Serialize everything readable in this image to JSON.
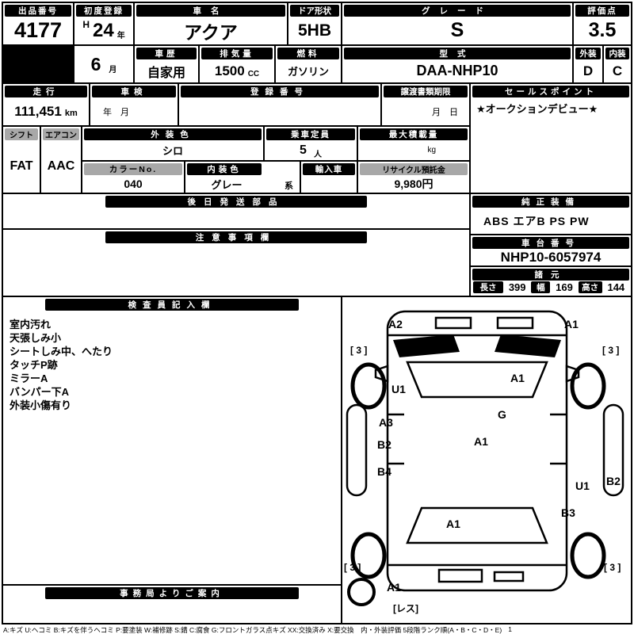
{
  "colors": {
    "line": "#000000",
    "header_bg": "#000000",
    "header_fg": "#ffffff",
    "subheader_bg": "#a8a8a8"
  },
  "top": {
    "lot_label": "出品番号",
    "lot_value": "4177",
    "first_reg_label": "初度登録",
    "first_reg_era": "H",
    "first_reg_year": "24",
    "first_reg_year_unit": "年",
    "first_reg_month": "6",
    "first_reg_month_unit": "月",
    "name_label": "車名",
    "name_value": "アクア",
    "door_label": "ドア形状",
    "door_value": "5HB",
    "grade_label": "グレード",
    "grade_value": "S",
    "score_label": "評価点",
    "score_value": "3.5",
    "history_label": "車歴",
    "history_value": "自家用",
    "displacement_label": "排気量",
    "displacement_value": "1500",
    "displacement_unit": "CC",
    "fuel_label": "燃料",
    "fuel_value": "ガソリン",
    "model_label": "型式",
    "model_value": "DAA-NHP10",
    "exterior_label": "外装",
    "exterior_value": "D",
    "interior_label": "内装",
    "interior_value": "C"
  },
  "mid": {
    "mileage_label": "走行",
    "mileage_value": "111,451",
    "mileage_unit": "km",
    "inspection_label": "車検",
    "inspection_value": "年　月",
    "regno_label": "登録番号",
    "transfer_label": "譲渡書類期限",
    "transfer_value": "月　日",
    "sales_label": "セールスポイント",
    "sales_value": "★オークションデビュー★"
  },
  "equip": {
    "shift_label": "シフト",
    "shift_value": "FAT",
    "ac_label": "エアコン",
    "ac_value": "AAC",
    "ext_color_label": "外装色",
    "ext_color_value": "シロ",
    "capacity_label": "乗車定員",
    "capacity_value": "5",
    "capacity_unit": "人",
    "payload_label": "最大積載量",
    "payload_unit": "kg",
    "color_no_label": "カラーNo.",
    "color_no_value": "040",
    "int_color_label": "内装色",
    "int_color_value": "グレー",
    "int_color_unit": "系",
    "import_label": "輸入車",
    "recycle_label": "リサイクル預託金",
    "recycle_value": "9,980円"
  },
  "lower": {
    "later_parts_label": "後日発送部品",
    "genuine_label": "純正装備",
    "genuine_value": "ABS エアB PS PW",
    "caution_label": "注意事項欄",
    "chassis_label": "車台番号",
    "chassis_value": "NHP10-6057974",
    "spec_label": "諸元",
    "length_label": "長さ",
    "length_value": "399",
    "width_label": "幅",
    "width_value": "169",
    "height_label": "高さ",
    "height_value": "144"
  },
  "inspector": {
    "header": "検査員記入欄",
    "notes": "室内汚れ\n天張しみ小\nシートしみ中、へたり\nタッチP跡\nミラーA\nバンパー下A\n外装小傷有り",
    "office_header": "事務局よりご案内"
  },
  "diagram": {
    "front_left": "A2",
    "front_right": "A1",
    "tire_front_left": "[ 3 ]",
    "tire_front_right": "[ 3 ]",
    "windshield": "A1",
    "fender_left": "U1",
    "glass": "G",
    "door_left_front": "A3",
    "door_left_mid": "B2",
    "roof_center": "A1",
    "door_left_rear": "B4",
    "rocker_right": "U1",
    "door_right": "B2",
    "quarter_right": "B3",
    "rear_center": "A1",
    "tire_rear_left": "[ 3 ]",
    "tire_rear_right": "[ 3 ]",
    "rear_bumper": "A1",
    "spare": "[レス]"
  },
  "footer": {
    "legend": "A:キズ U:ヘコミ B:キズを伴うヘコミ P:要塗装 W:補修跡 S:錆 C:腐食 G:フロントガラス点キズ XX:交換済み X:要交換　内・外装評価 5段階ランク順(A・B・C・D・E)",
    "page": "1"
  }
}
